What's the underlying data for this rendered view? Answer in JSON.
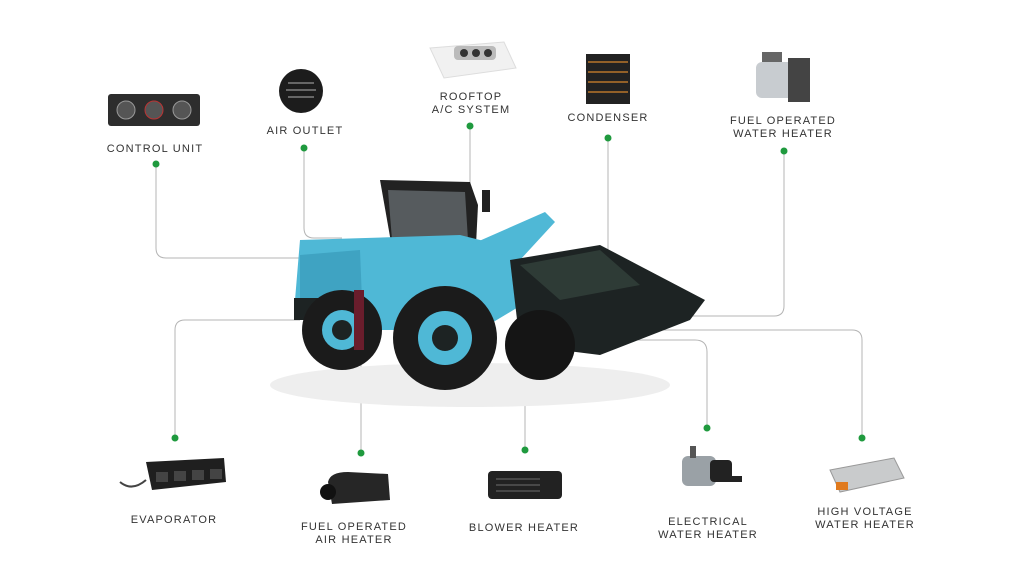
{
  "title": "Wheel loader thermal management components",
  "colors": {
    "dot": "#1f9a3e",
    "line": "#b5b5b5",
    "body": "#4fb8d6",
    "dark": "#1d2323"
  },
  "components": [
    {
      "id": "control-unit",
      "label": "CONTROL UNIT"
    },
    {
      "id": "air-outlet",
      "label": "AIR OUTLET"
    },
    {
      "id": "rooftop",
      "label_line1": "ROOFTOP",
      "label_line2": "A/C SYSTEM"
    },
    {
      "id": "condenser",
      "label": "CONDENSER"
    },
    {
      "id": "fuel-water-heater",
      "label_line1": "FUEL OPERATED",
      "label_line2": "WATER HEATER"
    },
    {
      "id": "evaporator",
      "label": "EVAPORATOR"
    },
    {
      "id": "fuel-air-heater",
      "label_line1": "FUEL OPERATED",
      "label_line2": "AIR HEATER"
    },
    {
      "id": "blower-heater",
      "label": "BLOWER HEATER"
    },
    {
      "id": "electrical-water-heater",
      "label_line1": "ELECTRICAL",
      "label_line2": "WATER HEATER"
    },
    {
      "id": "hv-water-heater",
      "label_line1": "HIGH VOLTAGE",
      "label_line2": "WATER HEATER"
    }
  ]
}
